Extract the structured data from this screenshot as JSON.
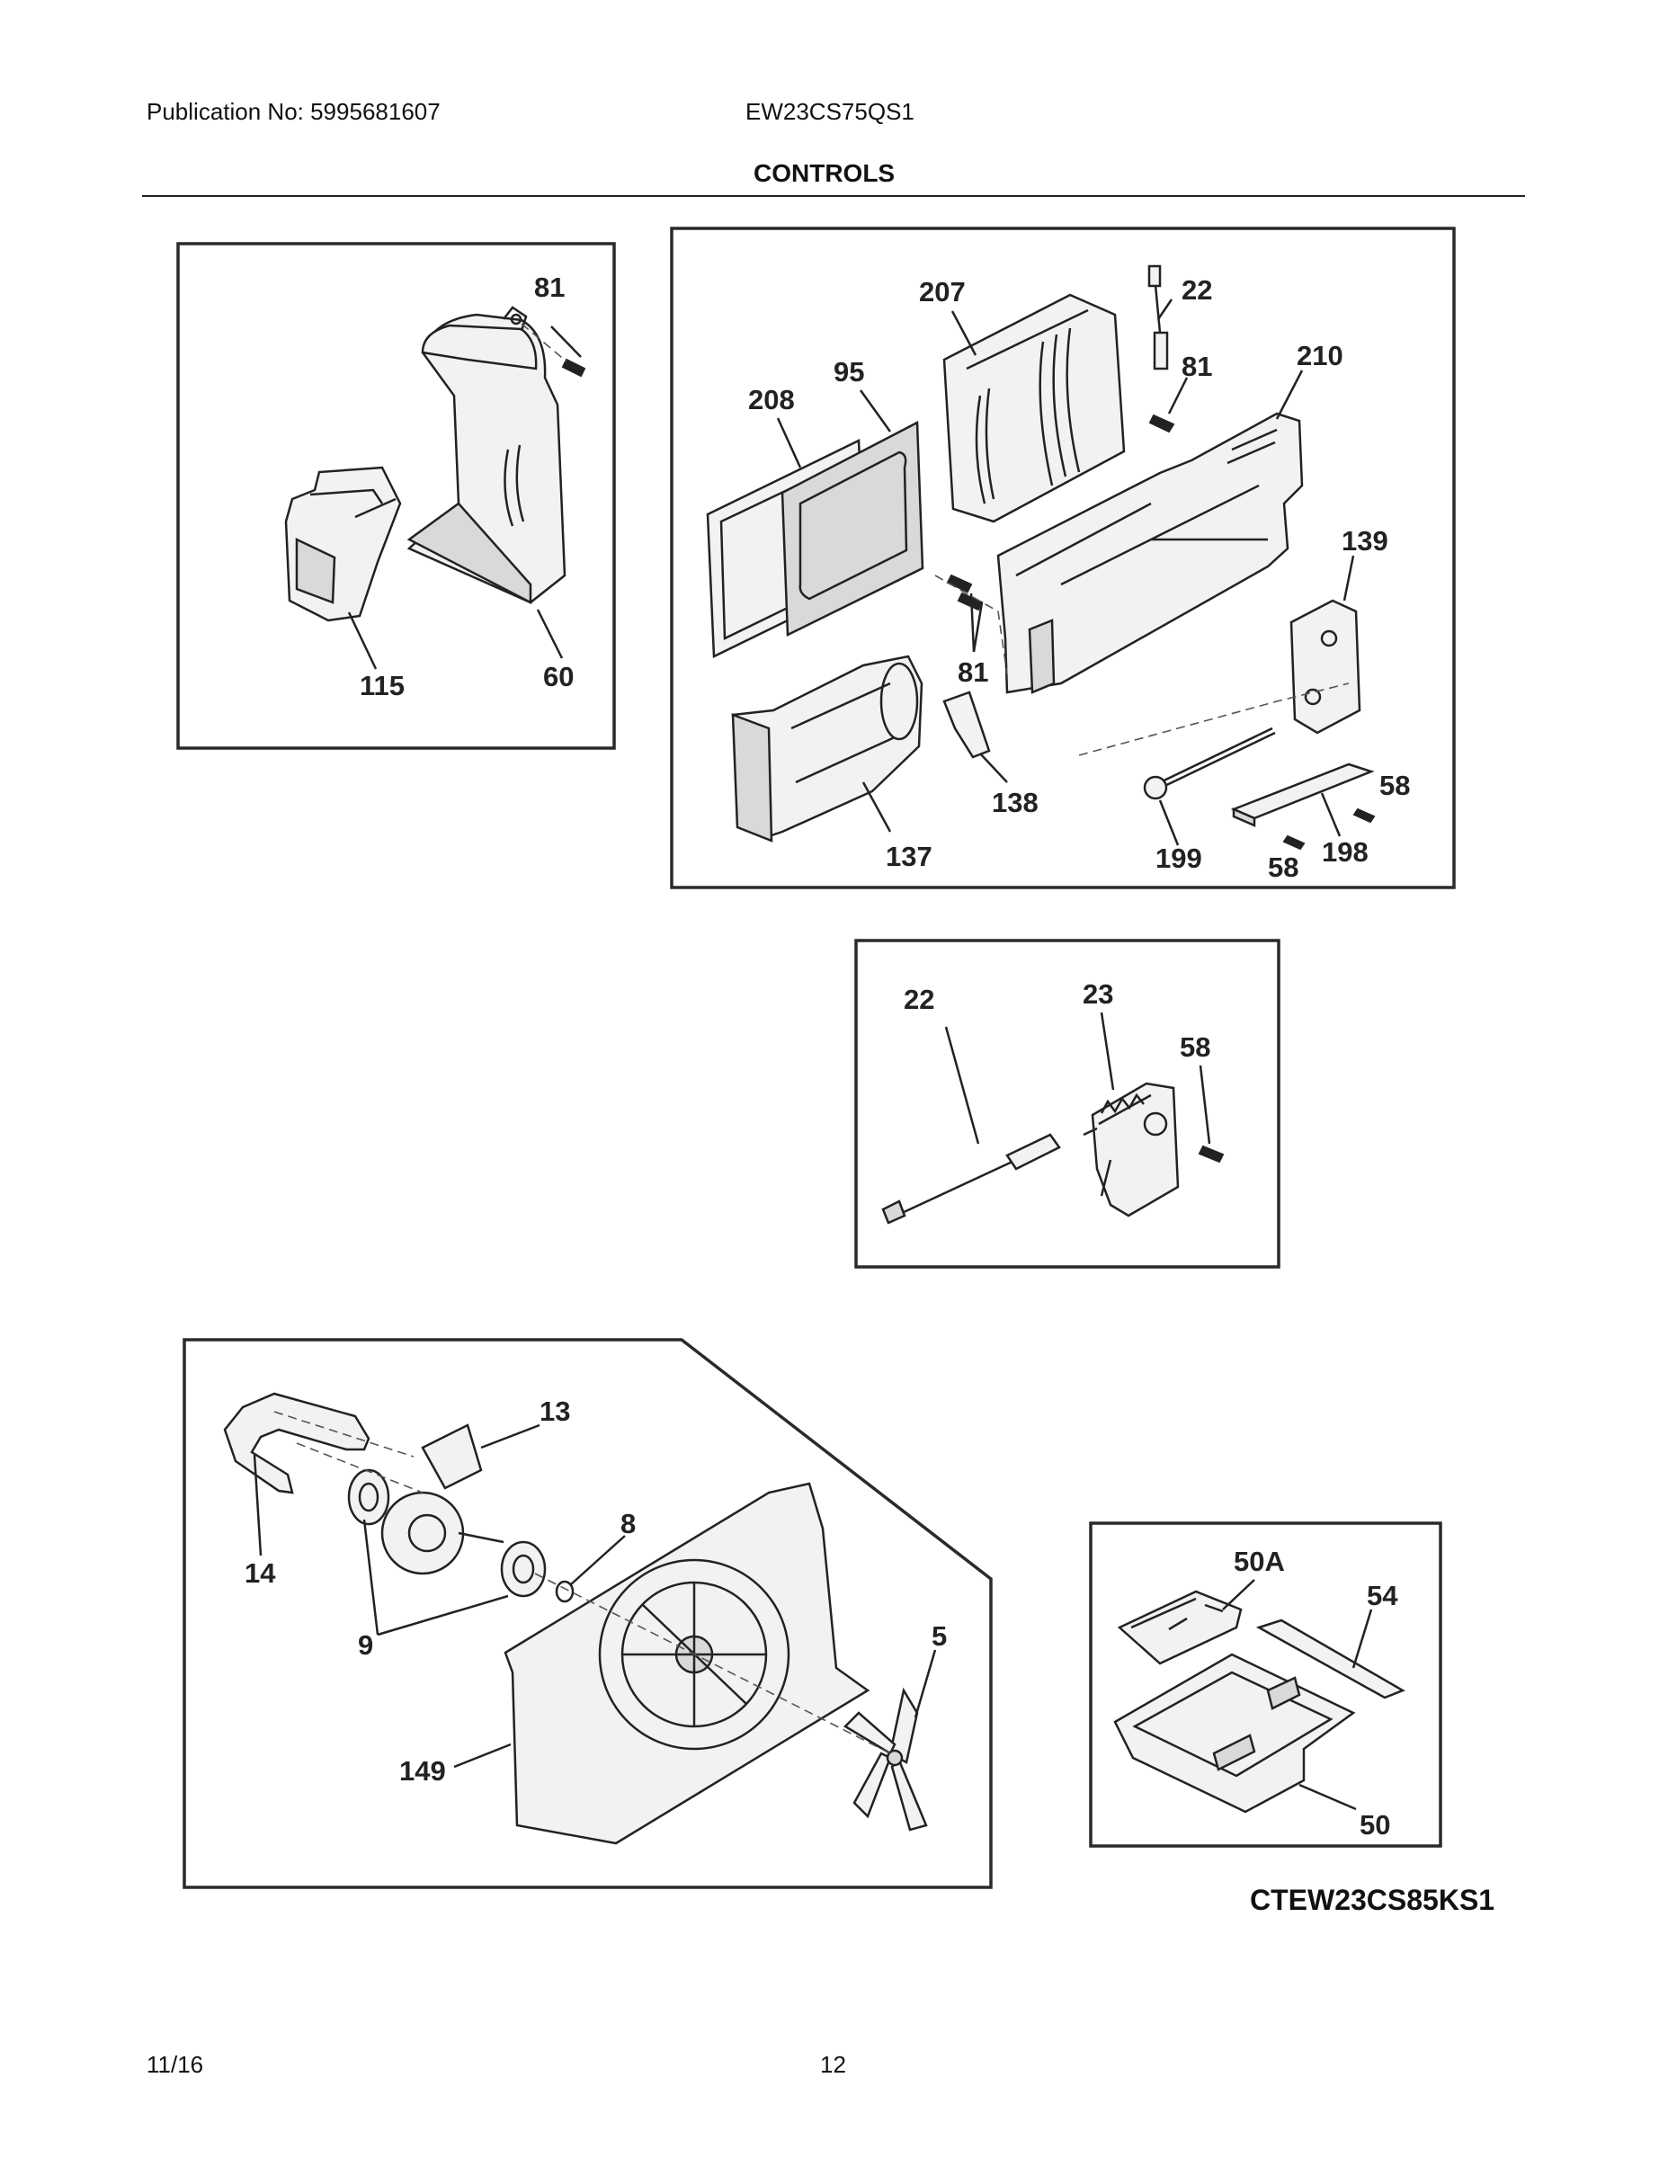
{
  "header": {
    "publication": "Publication No: 5995681607",
    "model": "EW23CS75QS1",
    "section_title": "CONTROLS"
  },
  "diagrams": {
    "panel_a": {
      "callouts": [
        "81",
        "115",
        "60"
      ]
    },
    "panel_b": {
      "callouts": [
        "207",
        "22",
        "95",
        "208",
        "81",
        "210",
        "139",
        "81",
        "138",
        "137",
        "199",
        "58",
        "198",
        "58"
      ]
    },
    "panel_c": {
      "callouts": [
        "22",
        "23",
        "58"
      ]
    },
    "panel_d": {
      "callouts": [
        "13",
        "8",
        "14",
        "9",
        "5",
        "149"
      ]
    },
    "panel_e": {
      "callouts": [
        "50A",
        "54",
        "50"
      ]
    }
  },
  "model_code": "CTEW23CS85KS1",
  "footer": {
    "date": "11/16",
    "page": "12"
  }
}
